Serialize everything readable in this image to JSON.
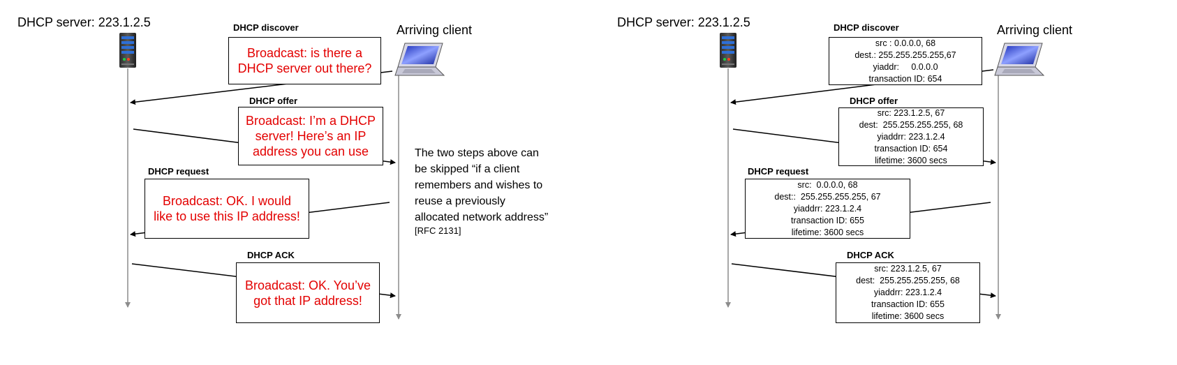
{
  "left": {
    "server_label": "DHCP server: 223.1.2.5",
    "client_label": "Arriving client",
    "discover": {
      "step": "DHCP discover",
      "lines": [
        "Broadcast: is there a",
        "DHCP server out there?"
      ]
    },
    "offer": {
      "step": "DHCP offer",
      "lines": [
        "Broadcast: I’m a DHCP",
        "server! Here’s an IP",
        "address you can use"
      ]
    },
    "request": {
      "step": "DHCP request",
      "lines": [
        "Broadcast: OK.  I would",
        "like to use this IP address!"
      ]
    },
    "ack": {
      "step": "DHCP ACK",
      "lines": [
        "Broadcast: OK.  You’ve",
        "got that IP address!"
      ]
    }
  },
  "note": {
    "lines": [
      "The two steps above can",
      "be skipped “if a client",
      "remembers and wishes to",
      "reuse a previously",
      "allocated network address”"
    ],
    "ref": "[RFC 2131]"
  },
  "right": {
    "server_label": "DHCP server: 223.1.2.5",
    "client_label": "Arriving client",
    "discover": {
      "step": "DHCP discover",
      "lines": [
        "src : 0.0.0.0, 68",
        "dest.: 255.255.255.255,67",
        "yiaddr:     0.0.0.0",
        "transaction ID: 654"
      ]
    },
    "offer": {
      "step": "DHCP offer",
      "lines": [
        "src: 223.1.2.5, 67",
        "dest:  255.255.255.255, 68",
        "yiaddrr: 223.1.2.4",
        "transaction ID: 654",
        "lifetime: 3600 secs"
      ]
    },
    "request": {
      "step": "DHCP request",
      "lines": [
        "src:  0.0.0.0, 68",
        "dest::  255.255.255.255, 67",
        "yiaddrr: 223.1.2.4",
        "transaction ID: 655",
        "lifetime: 3600 secs"
      ]
    },
    "ack": {
      "step": "DHCP ACK",
      "lines": [
        "src: 223.1.2.5, 67",
        "dest:  255.255.255.255, 68",
        "yiaddrr: 223.1.2.4",
        "transaction ID: 655",
        "lifetime: 3600 secs"
      ]
    }
  },
  "colors": {
    "message_text": "#e30000",
    "timeline": "#8c8c8c",
    "arrow": "#000000"
  },
  "icons": {
    "server": "server-tower-icon",
    "client": "laptop-icon"
  }
}
